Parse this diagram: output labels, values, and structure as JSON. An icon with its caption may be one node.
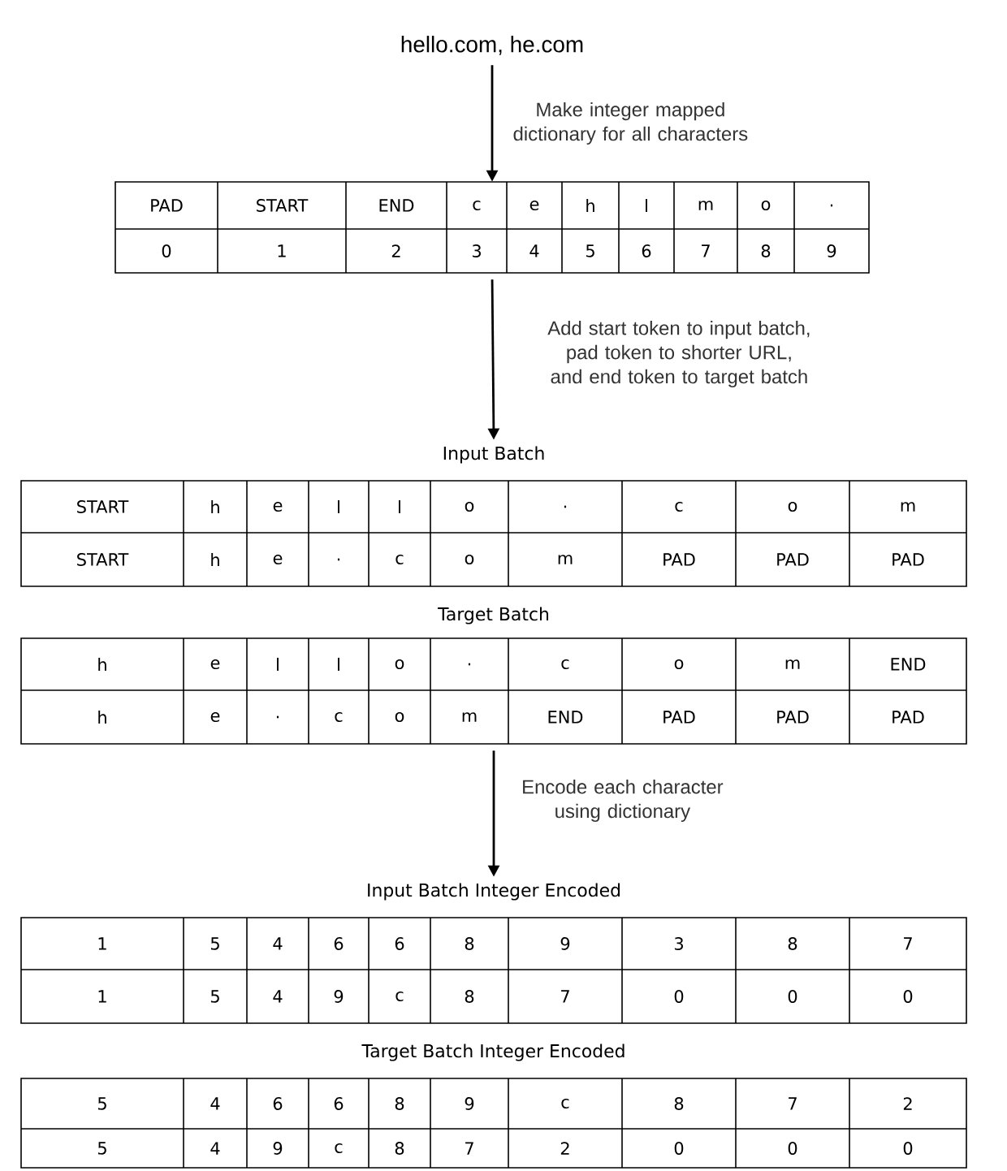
{
  "diagram": {
    "nodes": [
      {
        "text": [
          "hello.com, he.com"
        ]
      },
      {
        "text": [
          "PAD",
          "START",
          "END",
          "c",
          "e",
          "h",
          "l",
          "m",
          "o",
          ".",
          "0",
          "1",
          "2",
          "3",
          "4",
          "5",
          "6",
          "7",
          "8",
          "9"
        ]
      },
      {
        "text": [
          "Input Batch",
          "START",
          "h",
          "e",
          "l",
          "l",
          "o",
          ".",
          "c",
          "o",
          "m",
          "START",
          "h",
          "e",
          ".",
          "c",
          "o",
          "m",
          "PAD",
          "PAD",
          "PAD"
        ]
      },
      {
        "text": [
          "Target Batch",
          "h",
          "e",
          "l",
          "l",
          "o",
          ".",
          "c",
          "o",
          "m",
          "END",
          "h",
          "e",
          ".",
          "c",
          "o",
          "m",
          "END",
          "PAD",
          "PAD",
          "PAD"
        ]
      },
      {
        "text": [
          "Input Batch Integer Encoded",
          "1",
          "5",
          "4",
          "6",
          "6",
          "8",
          "9",
          "3",
          "8",
          "7",
          "1",
          "5",
          "4",
          "9",
          "c",
          "8",
          "7",
          "0",
          "0",
          "0"
        ]
      },
      {
        "text": [
          "Target Batch Integer Encoded",
          "5",
          "4",
          "6",
          "6",
          "8",
          "9",
          "c",
          "8",
          "7",
          "2",
          "5",
          "4",
          "9",
          "c",
          "8",
          "7",
          "2",
          "0",
          "0",
          "0"
        ]
      }
    ],
    "edges": [
      {
        "from": 0,
        "to": 1,
        "arrow": "to",
        "label": "Make integer mapped dictionary for all characters"
      },
      {
        "from": 1,
        "to": 2,
        "arrow": "to",
        "label": "Add start token to input batch, pad token to shorter URL, and end token to target batch"
      },
      {
        "from": 3,
        "to": 4,
        "arrow": "to",
        "label": "Encode each character using dictionary"
      }
    ]
  }
}
